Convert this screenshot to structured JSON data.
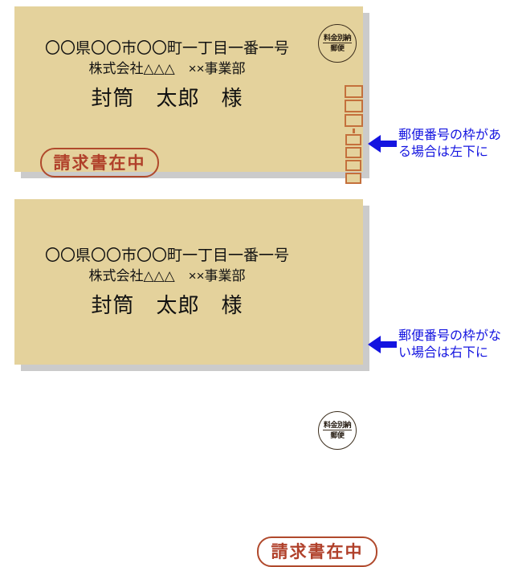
{
  "page": {
    "background_color": "#ffffff",
    "envelope_color": "#e4d29c",
    "stamp_color": "#b0402a",
    "zipbox_color": "#c4703c",
    "annotation_color": "#1414e0"
  },
  "envelopes": [
    {
      "id": "envelope-with-zipcode-frame",
      "address_line1": "〇〇県〇〇市〇〇町一丁目一番一号",
      "address_line2": "株式会社△△△　××事業部",
      "recipient_name": "封筒　太郎　様",
      "seal": {
        "line1": "料金別納",
        "line2": "郵便"
      },
      "zipcode_boxes": {
        "count": 7,
        "big_count": 3,
        "small_count": 4
      },
      "stamp_label": "請求書在中",
      "stamp_position": "bottom-left"
    },
    {
      "id": "envelope-without-zipcode-frame",
      "address_line1": "〇〇県〇〇市〇〇町一丁目一番一号",
      "address_line2": "株式会社△△△　××事業部",
      "recipient_name": "封筒　太郎　様",
      "seal": {
        "line1": "料金別納",
        "line2": "郵便"
      },
      "zipcode_boxes": {
        "count": 0,
        "big_count": 0,
        "small_count": 0
      },
      "stamp_label": "請求書在中",
      "stamp_position": "bottom-right"
    }
  ],
  "annotations": [
    {
      "id": "annotation-zipcode-frame-present",
      "icon": "left-arrow-icon",
      "line1": "郵便番号の枠があ",
      "line2": "る場合は左下に"
    },
    {
      "id": "annotation-zipcode-frame-absent",
      "icon": "left-arrow-icon",
      "line1": "郵便番号の枠がな",
      "line2": "い場合は右下に"
    }
  ]
}
